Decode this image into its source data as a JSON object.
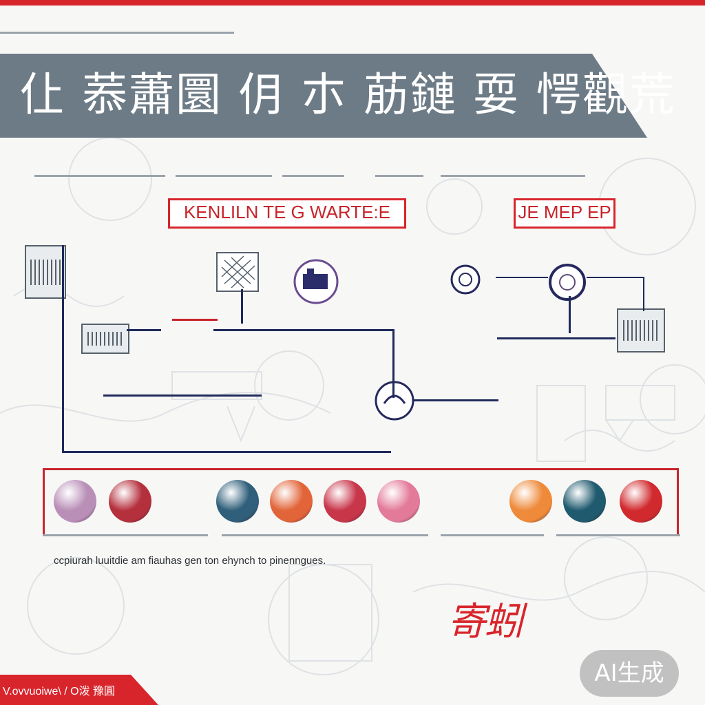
{
  "banner": {
    "title": "仩 菾蕭圜 仴 朩 荕鏈 耍 愕觀荒",
    "bg_color": "#6d7b86"
  },
  "diagram": {
    "label_left": "KENLILN  TE G WARTE:E",
    "label_right": "JE MEP EP",
    "accent_color": "#d8252b",
    "wire_color": "#1f2a5a"
  },
  "swatches": [
    {
      "icon": "sphere-lilac-icon",
      "color": "#b98fb8"
    },
    {
      "icon": "sphere-crimson-icon",
      "color": "#b5303d"
    },
    {
      "icon": "sphere-teal-icon",
      "color": "#2f5f7a"
    },
    {
      "icon": "sphere-orange-icon",
      "color": "#e2653a"
    },
    {
      "icon": "sphere-red-violet-icon",
      "color": "#c8364a"
    },
    {
      "icon": "sphere-pink-icon",
      "color": "#e37a9a"
    },
    {
      "icon": "sphere-amber-icon",
      "color": "#ee8a3a"
    },
    {
      "icon": "sphere-deep-teal-icon",
      "color": "#1f5a6e"
    },
    {
      "icon": "sphere-scarlet-icon",
      "color": "#d12a2e"
    }
  ],
  "caption": "ccpiurah luuitdie am fiauhas gen ton  ehynch to pinenngues.",
  "stamp_text": "寄蚓",
  "footer": {
    "corner_text": "V.ovvuoiwe\\ / O泼 豫圓",
    "ai_badge": "AI生成"
  }
}
